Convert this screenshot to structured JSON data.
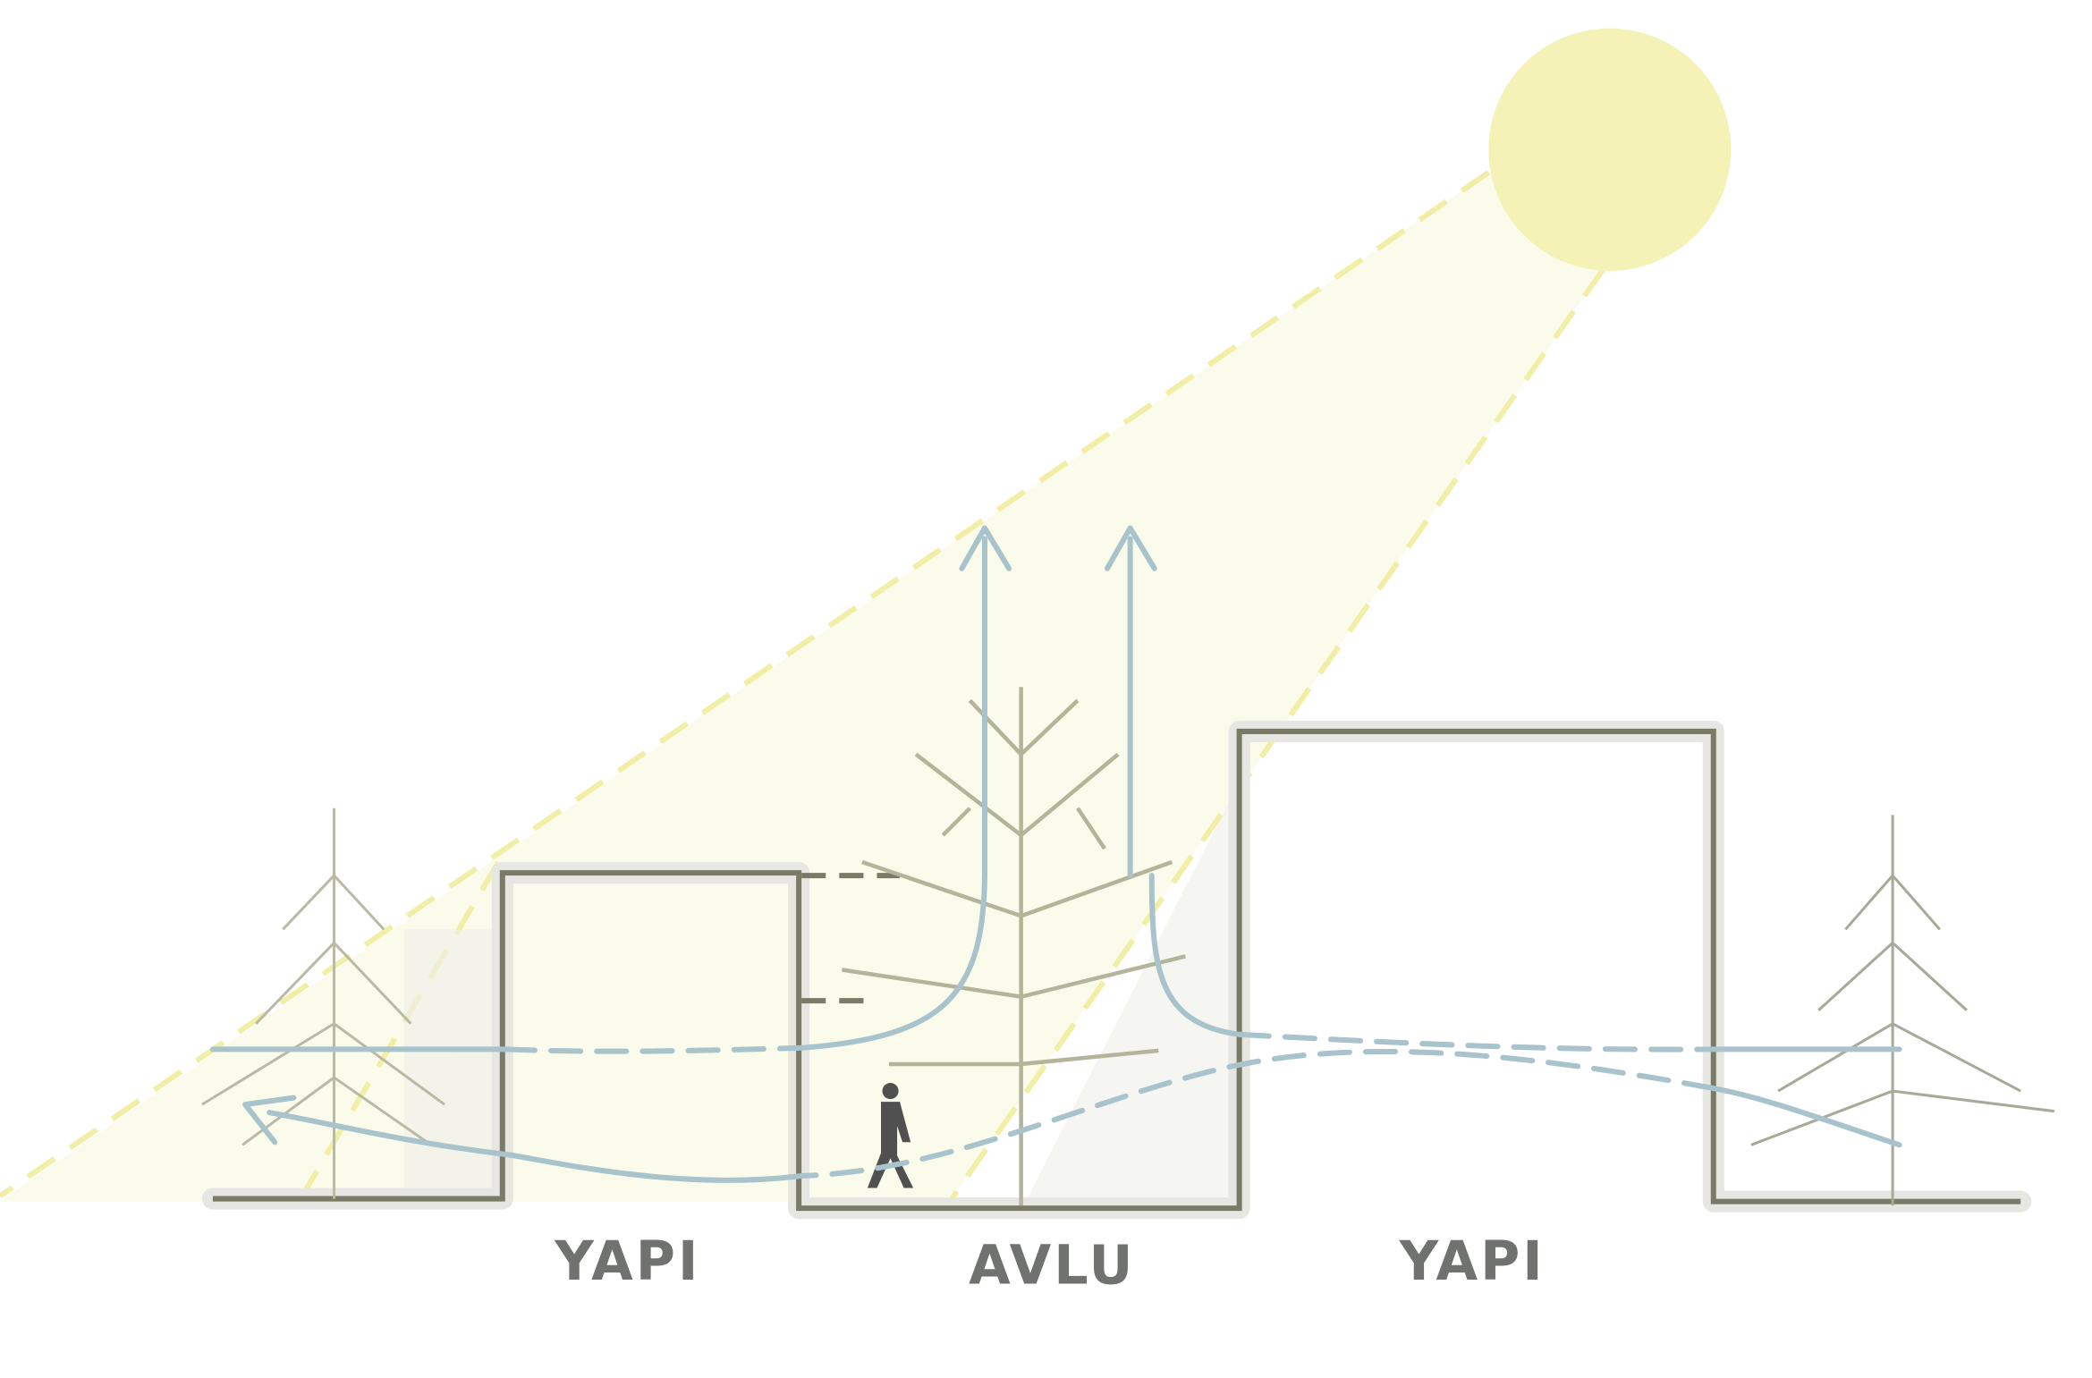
{
  "labels": {
    "left_building": "YAPI",
    "courtyard": "AVLU",
    "right_building": "YAPI"
  },
  "colors": {
    "sun": "#f4f2b6",
    "light": "#fbfbeb",
    "light_edge": "#f2eea6",
    "wall": "#7a7b67",
    "wall_halo": "#e6e6e2",
    "air": "#a8c3cb",
    "tree": "#b3b49a",
    "person": "#505050",
    "text": "#6f726e"
  }
}
